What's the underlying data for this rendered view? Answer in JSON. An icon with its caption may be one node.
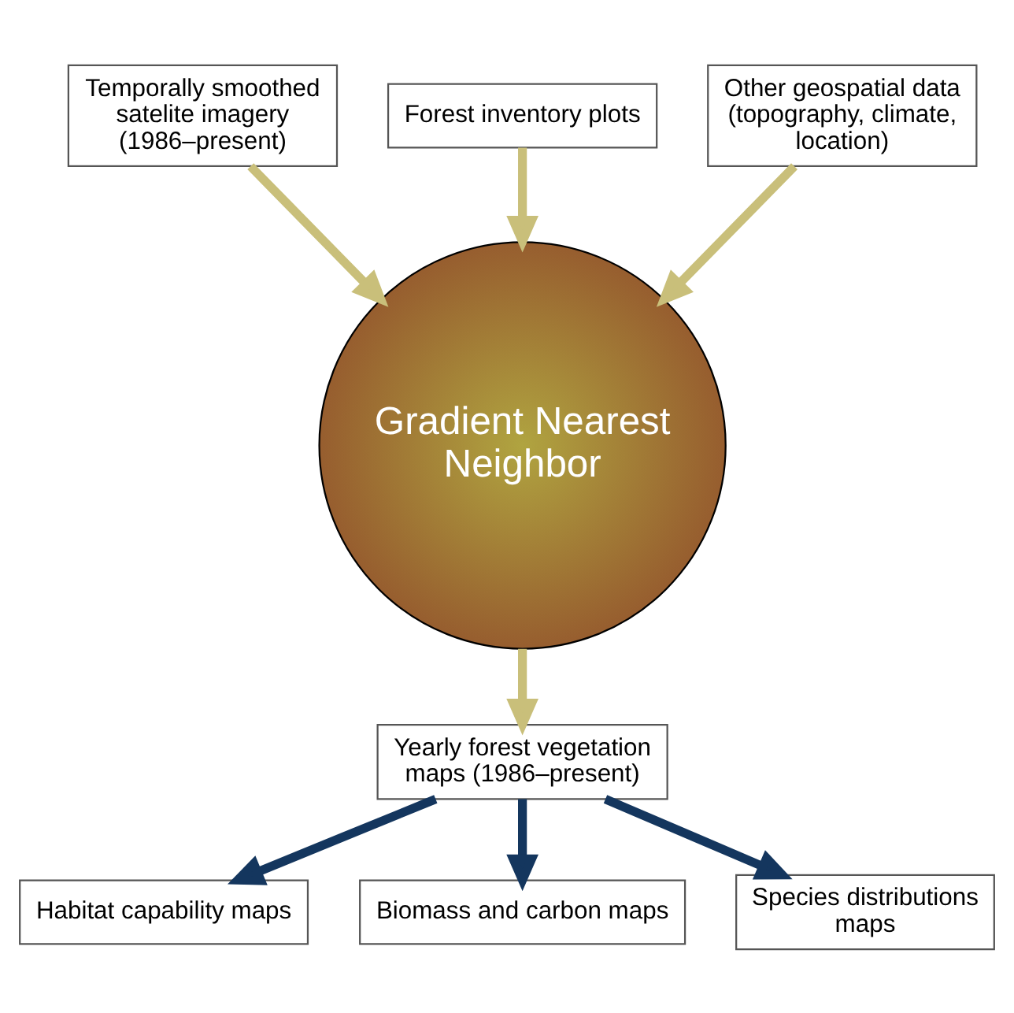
{
  "diagram": {
    "nodes": [
      {
        "text": [
          "Forest inventory plots"
        ]
      },
      {
        "text": [
          "Temporally smoothed satelite imagery (1986–present)"
        ]
      },
      {
        "text": [
          "Other geospatial data (topography, climate, location)"
        ]
      },
      {
        "text": [
          "Gradient Nearest Neighbor"
        ]
      },
      {
        "text": [
          "Yearly forest vegetation maps (1986–present)"
        ]
      },
      {
        "text": [
          "Habitat capability maps"
        ]
      },
      {
        "text": [
          "Biomass and carbon maps"
        ]
      },
      {
        "text": [
          "Species distributions maps"
        ]
      }
    ],
    "edges": [
      {
        "from": 0,
        "to": 3,
        "arrow": "to"
      },
      {
        "from": 1,
        "to": 3,
        "arrow": "to"
      },
      {
        "from": 2,
        "to": 3,
        "arrow": "to"
      },
      {
        "from": 3,
        "to": 4,
        "arrow": "to"
      },
      {
        "from": 4,
        "to": 5,
        "arrow": "to",
        "color": "#14365e"
      },
      {
        "from": 4,
        "to": 6,
        "arrow": "to",
        "color": "#14365e"
      },
      {
        "from": 4,
        "to": 7,
        "arrow": "to",
        "color": "#14365e"
      }
    ]
  }
}
